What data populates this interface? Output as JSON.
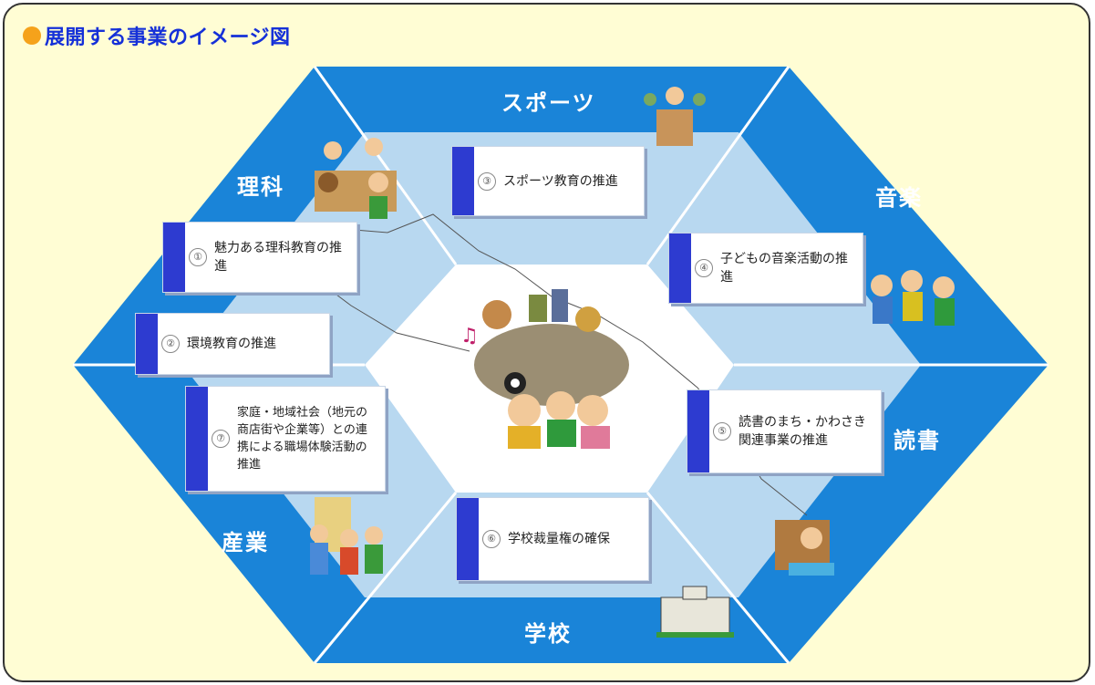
{
  "title": "展開する事業のイメージ図",
  "sectors": {
    "sports": "スポーツ",
    "music": "音楽",
    "reading": "読書",
    "school": "学校",
    "industry": "産業",
    "science": "理科"
  },
  "items": {
    "science_edu": {
      "num": "①",
      "text": "魅力ある理科教育の推進"
    },
    "environment": {
      "num": "②",
      "text": "環境教育の推進"
    },
    "sports_edu": {
      "num": "③",
      "text": "スポーツ教育の推進"
    },
    "music_act": {
      "num": "④",
      "text": "子どもの音楽活動の推進"
    },
    "reading_city": {
      "num": "⑤",
      "text": "読書のまち・かわさき関連事業の推進"
    },
    "school_space": {
      "num": "⑥",
      "text": "学校裁量権の確保"
    },
    "workplace": {
      "num": "⑦",
      "text": "家庭・地域社会（地元の商店街や企業等）との連携による職場体験活動の推進"
    }
  },
  "colors": {
    "accent": "#1a84d8",
    "light": "#b8d8f0",
    "title": "#1530d8",
    "dot": "#f5a21b",
    "background": "#fffdd4"
  }
}
